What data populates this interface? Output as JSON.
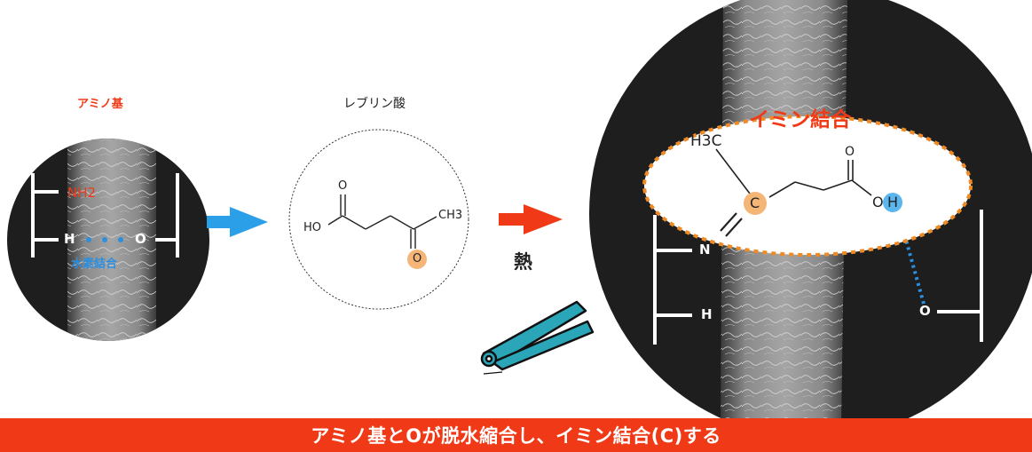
{
  "left_panel": {
    "amino_label": "アミノ基",
    "nh2_label": "NH2",
    "h_label": "H",
    "o_label": "O",
    "hbond_label": "水素結合"
  },
  "middle_panel": {
    "molecule_name": "レブリン酸",
    "o_top": "O",
    "ho_label": "HO",
    "ch3_label": "CH3",
    "o_keto": "O"
  },
  "heat_label": "熱",
  "right_panel": {
    "imine_label": "イミン結合",
    "h3c_label": "H3C",
    "c_label": "C",
    "o_top": "O",
    "oh_o": "O",
    "oh_h": "H",
    "n_label": "N",
    "h_label": "H",
    "o_label": "O"
  },
  "banner_text": "アミノ基とOが脱水縮合し、イミン結合(C)する",
  "colors": {
    "accent_red": "#f03a17",
    "blue": "#2b8fe0",
    "orange_atom": "#f5b577",
    "teal_iron": "#2aa6b8"
  }
}
